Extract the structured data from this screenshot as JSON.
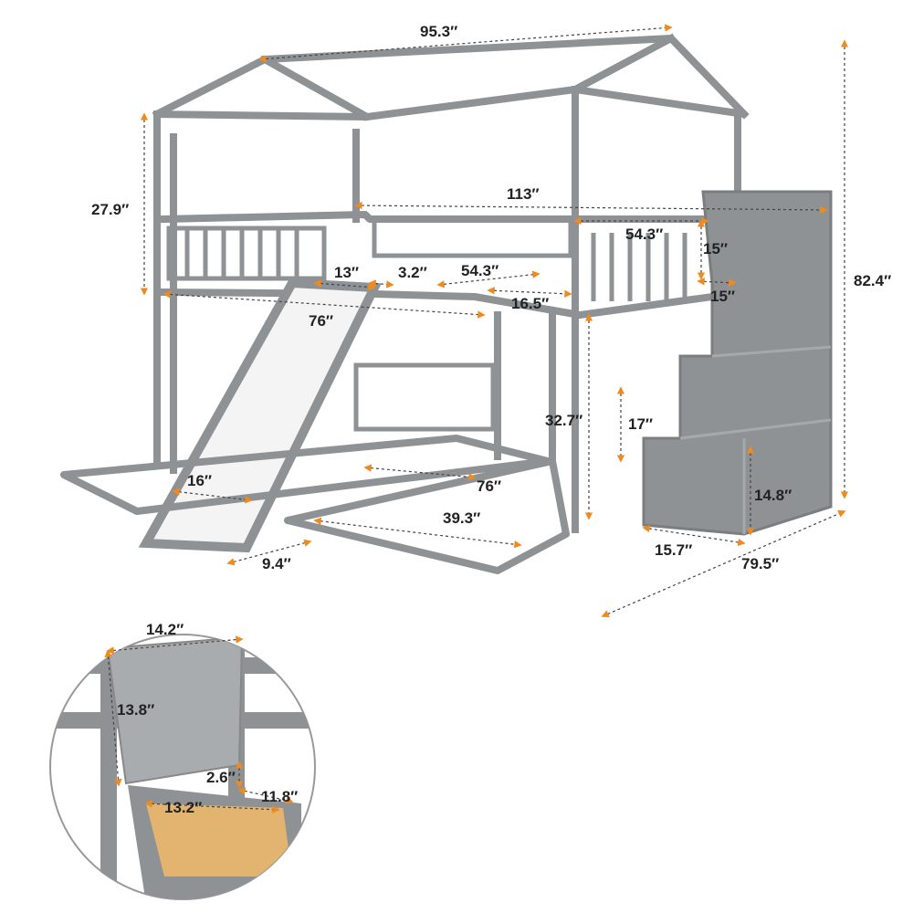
{
  "title": "House bunk bed with slide and storage stairs - dimensions",
  "colors": {
    "frame": "#8f9294",
    "arrow": "#f08a1c",
    "slide": "#f4f4f4",
    "wood": "#e3b46f"
  },
  "dimensions": {
    "top_width": "95.3″",
    "total_length": "113″",
    "roof_height": "27.9″",
    "total_height": "82.4″",
    "top_bunk_length": "54.3″",
    "stair_step_height": "15″",
    "stair_step_depth": "15″",
    "slide_gap": "13″",
    "slat_gap": "3.2″",
    "mattress_length": "54.3″",
    "guardrail_height": "16.5″",
    "upper_length": "76″",
    "lower_clearance": "32.7″",
    "lower_rail_height": "17″",
    "slide_width": "16″",
    "lower_length": "76″",
    "lower_width": "39.3″",
    "stair_bottom_height": "14.8″",
    "stair_depth": "15.7″",
    "total_depth": "79.5″",
    "slide_end": "9.4″",
    "drawer_width": "14.2″",
    "drawer_lid_height": "13.8″",
    "drawer_depth_small": "2.6″",
    "drawer_depth": "11.8″",
    "drawer_inner_width": "13.2″"
  }
}
